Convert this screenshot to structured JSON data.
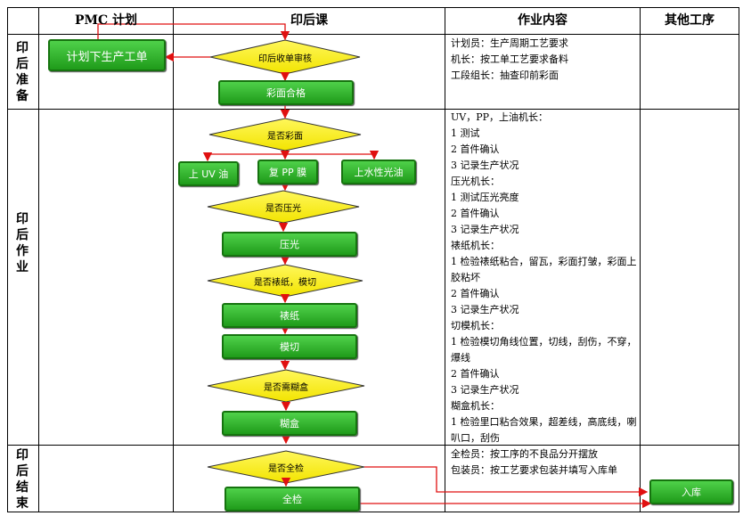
{
  "headers": {
    "pmc": "PMC 计划",
    "post_press": "印后课",
    "work": "作业内容",
    "other": "其他工序"
  },
  "stages": {
    "prep": [
      "印",
      "后",
      "准",
      "备"
    ],
    "work": [
      "印",
      "后",
      "作",
      "业"
    ],
    "end": [
      "印",
      "后",
      "结",
      "束"
    ]
  },
  "nodes": {
    "plan": "计划下生产工单",
    "receive_review": "印后收单审核",
    "color_ok": "彩面合格",
    "is_color": "是否彩面",
    "uv": "上 UV 油",
    "pp": "复 PP 膜",
    "water": "上水性光油",
    "is_press": "是否压光",
    "press": "压光",
    "is_mount": "是否裱纸，模切",
    "mount": "裱纸",
    "die": "模切",
    "is_glue": "是否需糊盒",
    "glue": "糊盒",
    "is_inspect": "是否全检",
    "inspect": "全检",
    "storage": "入库"
  },
  "work_content": {
    "prep": [
      "计划员：生产周期工艺要求",
      "机长：按工单工艺要求备料",
      "工段组长：抽查印前彩面"
    ],
    "work": [
      "UV，PP，上油机长：",
      "1 测试",
      "2 首件确认",
      "3 记录生产状况",
      "压光机长：",
      "1 测试压光亮度",
      "2 首件确认",
      "3 记录生产状况",
      "裱纸机长：",
      "1 检验裱纸粘合，留瓦，彩面打皱，彩面上胶粘坏",
      "2 首件确认",
      "3 记录生产状况",
      "切模机长：",
      "1 检验模切角线位置，切线，刮伤，不穿，爆线",
      "2 首件确认",
      "3 记录生产状况",
      "糊盒机长：",
      "1 检验里口粘合效果，超差线，高底线，喇叭口，刮伤"
    ],
    "end": [
      "全检员：按工序的不良品分开摆放",
      "包装员：按工艺要求包装并填写入库单"
    ]
  }
}
